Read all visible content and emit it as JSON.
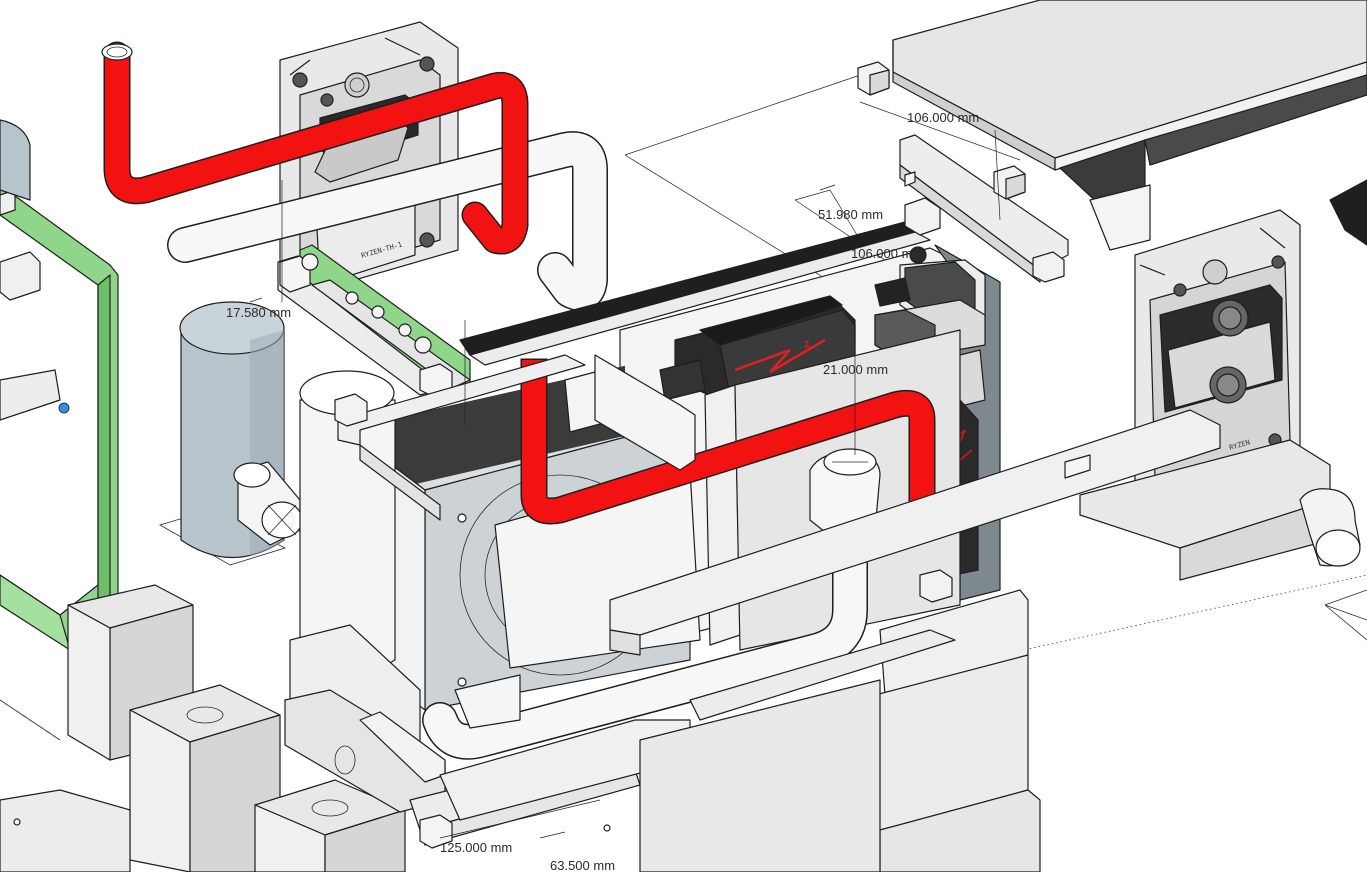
{
  "viewport": {
    "background": "#ffffff",
    "colors": {
      "tube_red": "#f21212",
      "tube_white": "#f7f7f7",
      "frame_green": "#8fd68a",
      "tank_blue": "#b8c4cc",
      "panel_gray": "#e3e3e3",
      "dark_gray": "#808a91",
      "motherboard_dark": "#222222"
    }
  },
  "dimensions": {
    "d1": "106.000 mm",
    "d2": "51.980 mm",
    "d3": "106.000 mm",
    "d4": "17.580 mm",
    "d5": "21.000 mm",
    "d6": "125.000 mm",
    "d7": "63.500 mm"
  },
  "parts": {
    "cpu_block_label_left": "RYZEN-TH-1",
    "cpu_block_label_right": "RYZEN",
    "gpu_logo": "Z"
  }
}
